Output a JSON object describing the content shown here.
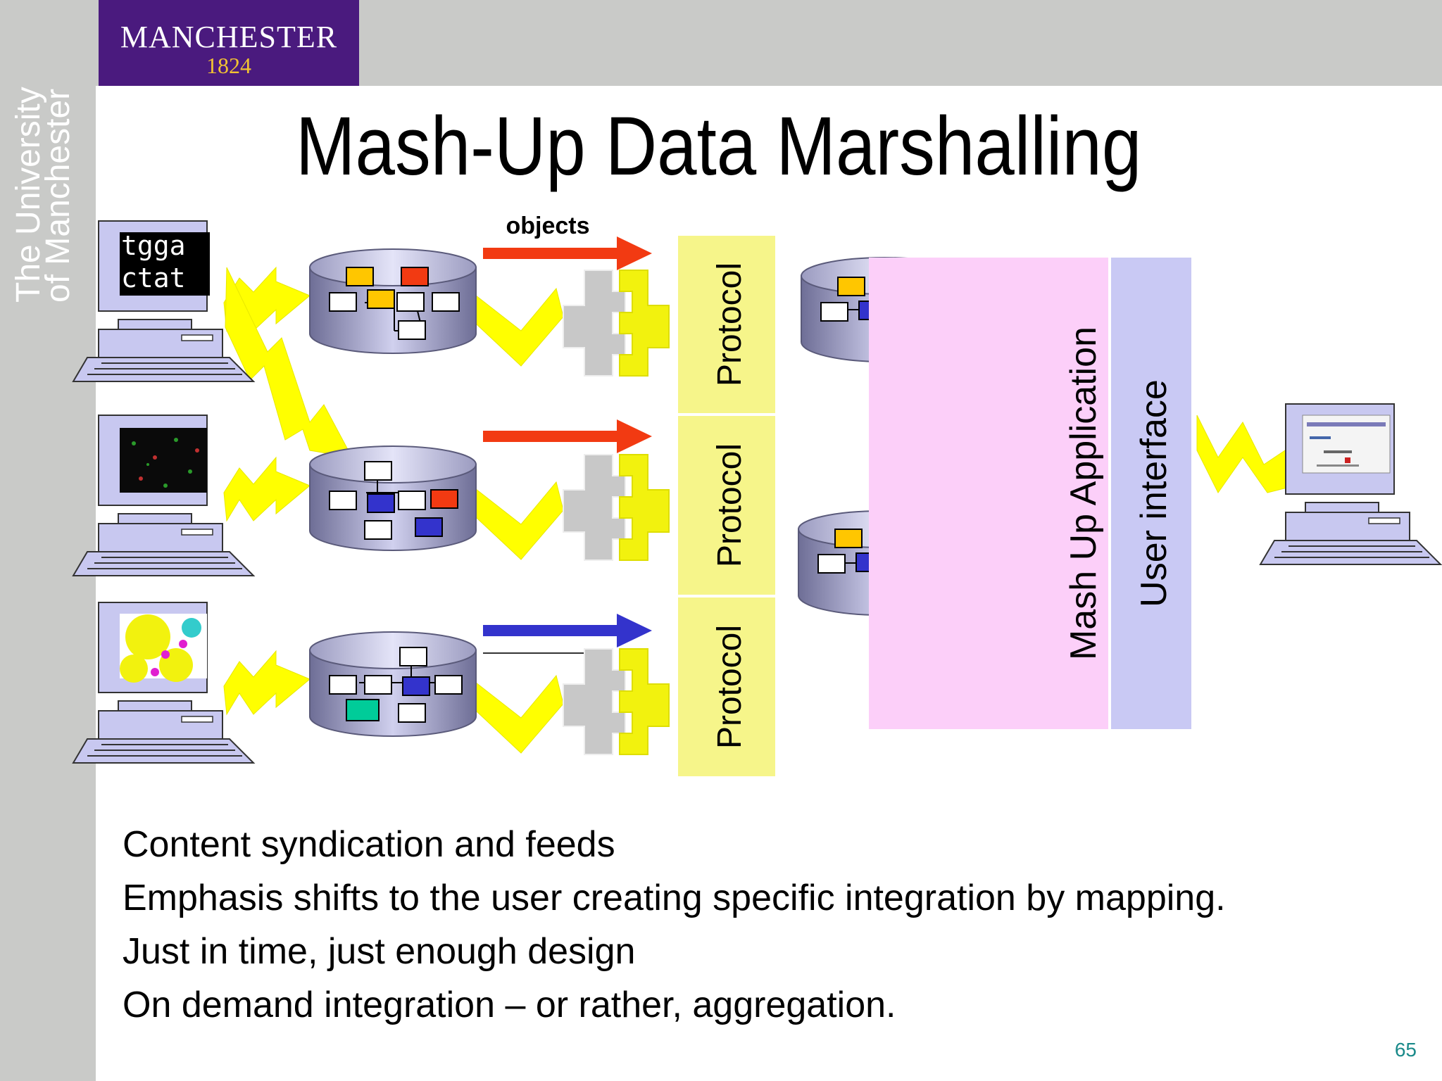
{
  "header": {
    "logo_text": "MANCHESTER",
    "logo_year": "1824",
    "side_text_line1": "The University",
    "side_text_line2": "of Manchester"
  },
  "title": "Mash-Up Data Marshalling",
  "diagram": {
    "objects_label": "objects",
    "protocol_labels": [
      "Protocol",
      "Protocol",
      "Protocol"
    ],
    "mashup_label": "Mash Up Application",
    "ui_label": "User interface",
    "terminal_text": [
      "tgga",
      "ctat"
    ]
  },
  "bullets": [
    "Content syndication and feeds",
    "Emphasis shifts to the user creating specific integration by mapping.",
    "Just in time, just enough design",
    "On demand integration – or rather, aggregation."
  ],
  "page_number": "65",
  "colors": {
    "purple": "#4a1a7e",
    "protocol_yellow": "#f6f58a",
    "mashup_pink": "#fccff9",
    "ui_lavender": "#c9c9f4",
    "arrow_red": "#f23a12",
    "arrow_blue": "#3333cc",
    "lightning": "#ffff00"
  }
}
